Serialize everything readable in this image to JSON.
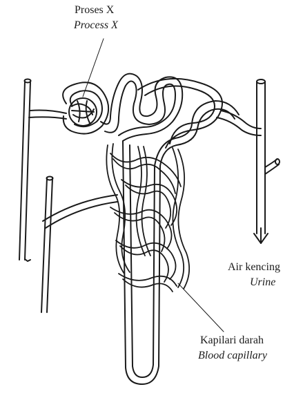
{
  "labels": {
    "process_x": {
      "malay": "Proses X",
      "english": "Process X"
    },
    "urine": {
      "malay": "Air kencing",
      "english": "Urine"
    },
    "blood_capillary": {
      "malay": "Kapilari darah",
      "english": "Blood capillary"
    }
  },
  "colors": {
    "ink": "#1a1a1a",
    "background": "#ffffff"
  }
}
